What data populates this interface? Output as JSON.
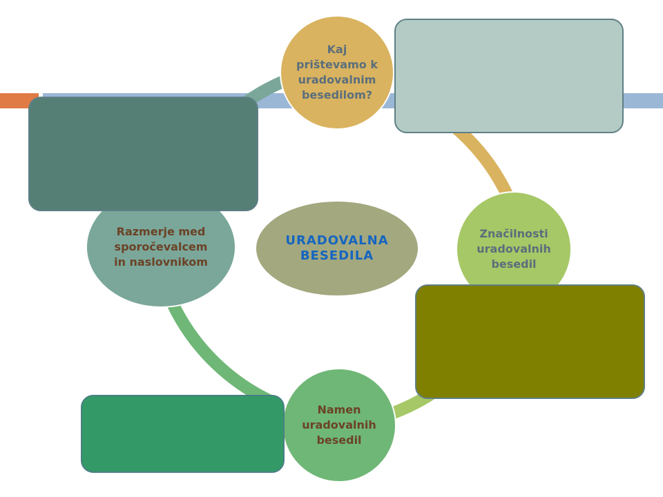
{
  "diagram": {
    "center": {
      "label": "URADOVALNA\nBESEDILA"
    },
    "nodes": {
      "top": {
        "label": "Kaj\nprištevamo k\nuradovalnim\nbesedilom?"
      },
      "right": {
        "label": "Značilnosti\nuradovalnih\nbesedil"
      },
      "bottom": {
        "label": "Namen\nuradovalnih\nbesedil"
      },
      "left": {
        "label": "Razmerje med\nsporočevalcem\nin naslovnikom"
      }
    },
    "colors": {
      "accent_orange": "#e07b45",
      "accent_blue": "#9bb7d6",
      "node_top": "#d9b35f",
      "node_right": "#a6c866",
      "node_bottom": "#6fb776",
      "node_left": "#7aa79a",
      "node_center": "#a3a87f",
      "box_topright": "#b3cbc4",
      "box_topleft": "#557f75",
      "box_right": "#7f7f00",
      "box_bottomleft": "#339966"
    }
  }
}
